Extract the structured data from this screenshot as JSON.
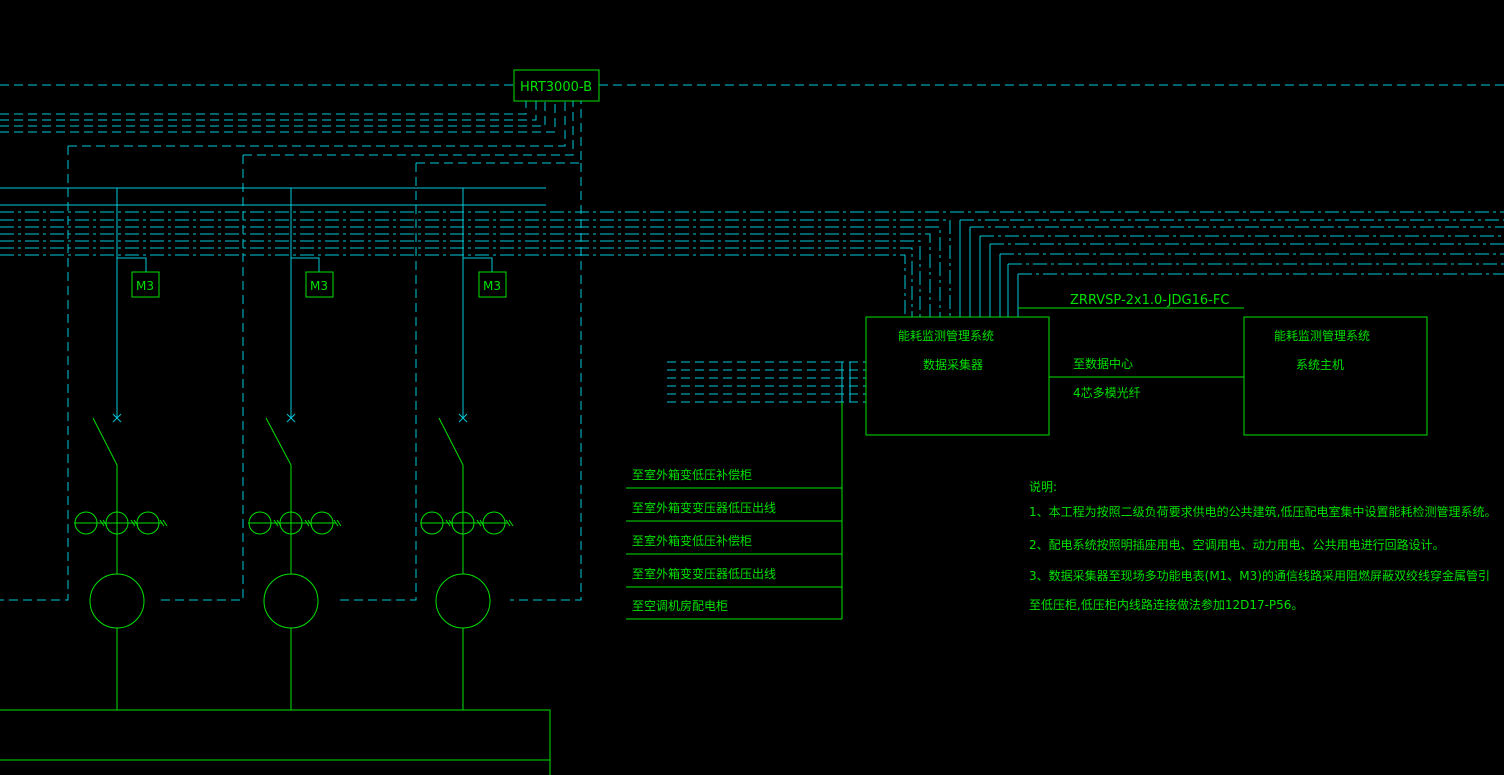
{
  "device_label": "HRT3000-B",
  "meter_label": "M3",
  "cable_label": "ZRRVSP-2x1.0-JDG16-FC",
  "collector": {
    "title": "能耗监测管理系统",
    "subtitle": "数据采集器"
  },
  "host": {
    "title": "能耗监测管理系统",
    "subtitle": "系统主机"
  },
  "link": {
    "top": "至数据中心",
    "bottom": "4芯多模光纤"
  },
  "feeders": [
    "至室外箱变低压补偿柜",
    "至室外箱变变压器低压出线",
    "至室外箱变低压补偿柜",
    "至室外箱变变压器低压出线",
    "至空调机房配电柜"
  ],
  "notes": {
    "heading": "说明:",
    "lines": [
      "1、本工程为按照二级负荷要求供电的公共建筑,低压配电室集中设置能耗检测管理系统。",
      "2、配电系统按照明插座用电、空调用电、动力用电、公共用电进行回路设计。",
      "3、数据采集器至现场多功能电表(M1、M3)的通信线路采用阻燃屏蔽双绞线穿金属管引",
      "至低压柜,低压柜内线路连接做法参加12D17-P56。"
    ]
  }
}
